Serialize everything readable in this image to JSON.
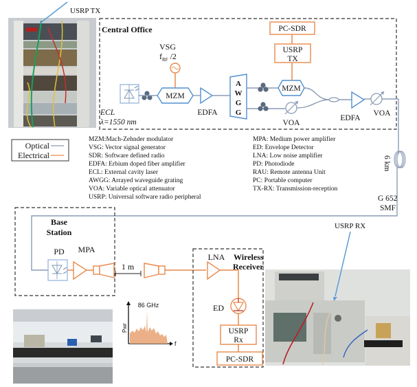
{
  "photos": {
    "tx_label": "USRP TX",
    "rx_label": "USRP RX"
  },
  "central_office": {
    "title": "Central Office",
    "vsg_label": "VSG",
    "vsg_freq_main": "f",
    "vsg_freq_sub": "RF",
    "vsg_freq_div": " /2",
    "ecl_label": "ECL",
    "ecl_wavelength": "λ=1550 nm",
    "mzm1_label": "MZM",
    "edfa1_label": "EDFA",
    "awgg_letters": [
      "A",
      "W",
      "G",
      "G"
    ],
    "mzm2_label": "MZM",
    "voa1_label": "VOA",
    "edfa2_label": "EDFA",
    "voa2_label": "VOA",
    "pcsdr_label": "PC-SDR",
    "usrp_tx_line1": "USRP",
    "usrp_tx_line2": "TX"
  },
  "legend": {
    "optical_label": "Optical",
    "electrical_label": "Electrical",
    "optical_color": "#8a9bb5",
    "electrical_color": "#e8894a"
  },
  "abbreviations_left": [
    "MZM:Mach-Zehnder modulator",
    "VSG: Vector signal generator",
    "SDR: Software defined radio",
    "EDFA: Erbium doped fiber amplifier",
    "ECL: External cavity laser",
    "AWGG: Arrayed waveguide grating",
    "VOA: Variable optical attenuator",
    "USRP: Universal software radio peripheral"
  ],
  "abbreviations_right": [
    "MPA: Medium power amplifier",
    "ED:  Envelope Detector",
    "LNA: Low noise amplifier",
    "PD: Photodiode",
    "RAU: Remote antenna Unit",
    "PC: Portable computer",
    "TX-RX: Transmission-reception"
  ],
  "fiber": {
    "length_label": "6 km",
    "type_line1": "G 652",
    "type_line2": "SMF"
  },
  "base_station": {
    "title_line1": "Base",
    "title_line2": "Station",
    "pd_label": "PD",
    "mpa_label": "MPA",
    "distance_label": "1 m"
  },
  "receiver": {
    "title_line1": "Wireless",
    "title_line2": "Receiver",
    "lna_label": "LNA",
    "ed_label": "ED",
    "usrp_line1": "USRP",
    "usrp_line2": "Rx",
    "pcsdr_label": "PC-SDR"
  },
  "spectrum_inset": {
    "peak_label": "86 GHz",
    "y_axis_label": "Pwr",
    "x_axis_label": "f"
  }
}
